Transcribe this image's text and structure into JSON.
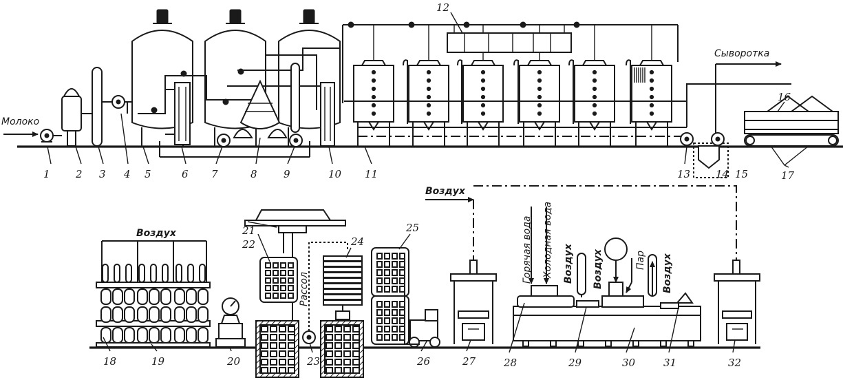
{
  "labels": {
    "milk": "Молоко",
    "whey": "Сыворотка",
    "air": "Воздух",
    "brine": "Рассол",
    "hot_water": "Горячая вода",
    "cold_water": "Холодная вода",
    "steam": "Пар"
  },
  "callouts": [
    "1",
    "2",
    "3",
    "4",
    "5",
    "6",
    "7",
    "8",
    "9",
    "10",
    "11",
    "12",
    "13",
    "14",
    "15",
    "16",
    "17",
    "18",
    "19",
    "20",
    "21",
    "22",
    "23",
    "24",
    "25",
    "26",
    "27",
    "28",
    "29",
    "30",
    "31",
    "32"
  ]
}
